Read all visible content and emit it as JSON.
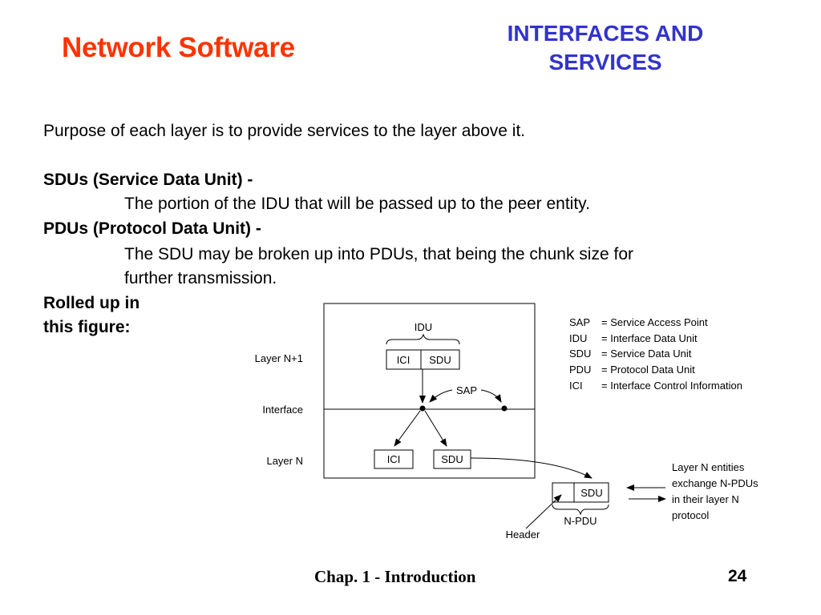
{
  "header": {
    "title": "Network Software",
    "section": [
      "INTERFACES AND",
      "SERVICES"
    ]
  },
  "body": {
    "purpose": "Purpose of each layer is to provide services to the layer above it.",
    "sdu_term": "SDUs (Service Data Unit) -",
    "sdu_def": "The portion of the IDU that will be passed up to the peer entity.",
    "pdu_term": "PDUs (Protocol Data Unit) -",
    "pdu_def_1": "The SDU may be broken up into PDUs, that being the chunk size for",
    "pdu_def_2": "further transmission.",
    "rolled_1": "Rolled up in",
    "rolled_2": "this figure:"
  },
  "figure": {
    "layer_labels": [
      "Layer N+1",
      "Interface",
      "Layer N"
    ],
    "idu": "IDU",
    "ici": "ICI",
    "sdu": "SDU",
    "sap": "SAP",
    "npdu": "N-PDU",
    "header": "Header",
    "legend": [
      {
        "abbr": "SAP",
        "def": "= Service Access Point"
      },
      {
        "abbr": "IDU",
        "def": "= Interface Data Unit"
      },
      {
        "abbr": "SDU",
        "def": "= Service Data Unit"
      },
      {
        "abbr": "PDU",
        "def": "= Protocol Data Unit"
      },
      {
        "abbr": "ICI",
        "def": "= Interface Control Information"
      }
    ],
    "note": [
      "Layer N entities",
      "exchange N-PDUs",
      "in their layer N",
      "protocol"
    ]
  },
  "footer": {
    "chapter": "Chap. 1 - Introduction",
    "page": "24"
  }
}
